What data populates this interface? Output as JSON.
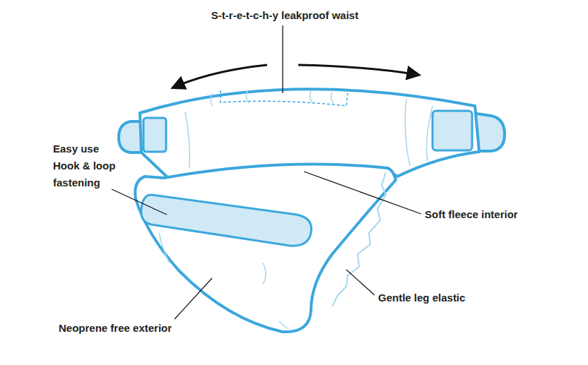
{
  "diagram": {
    "labels": [
      "S-t-r-e-t-c-h-y leakproof waist",
      "Easy use Hook & loop fastening",
      "Soft fleece interior",
      "Gentle leg elastic",
      "Neoprene free exterior"
    ]
  }
}
